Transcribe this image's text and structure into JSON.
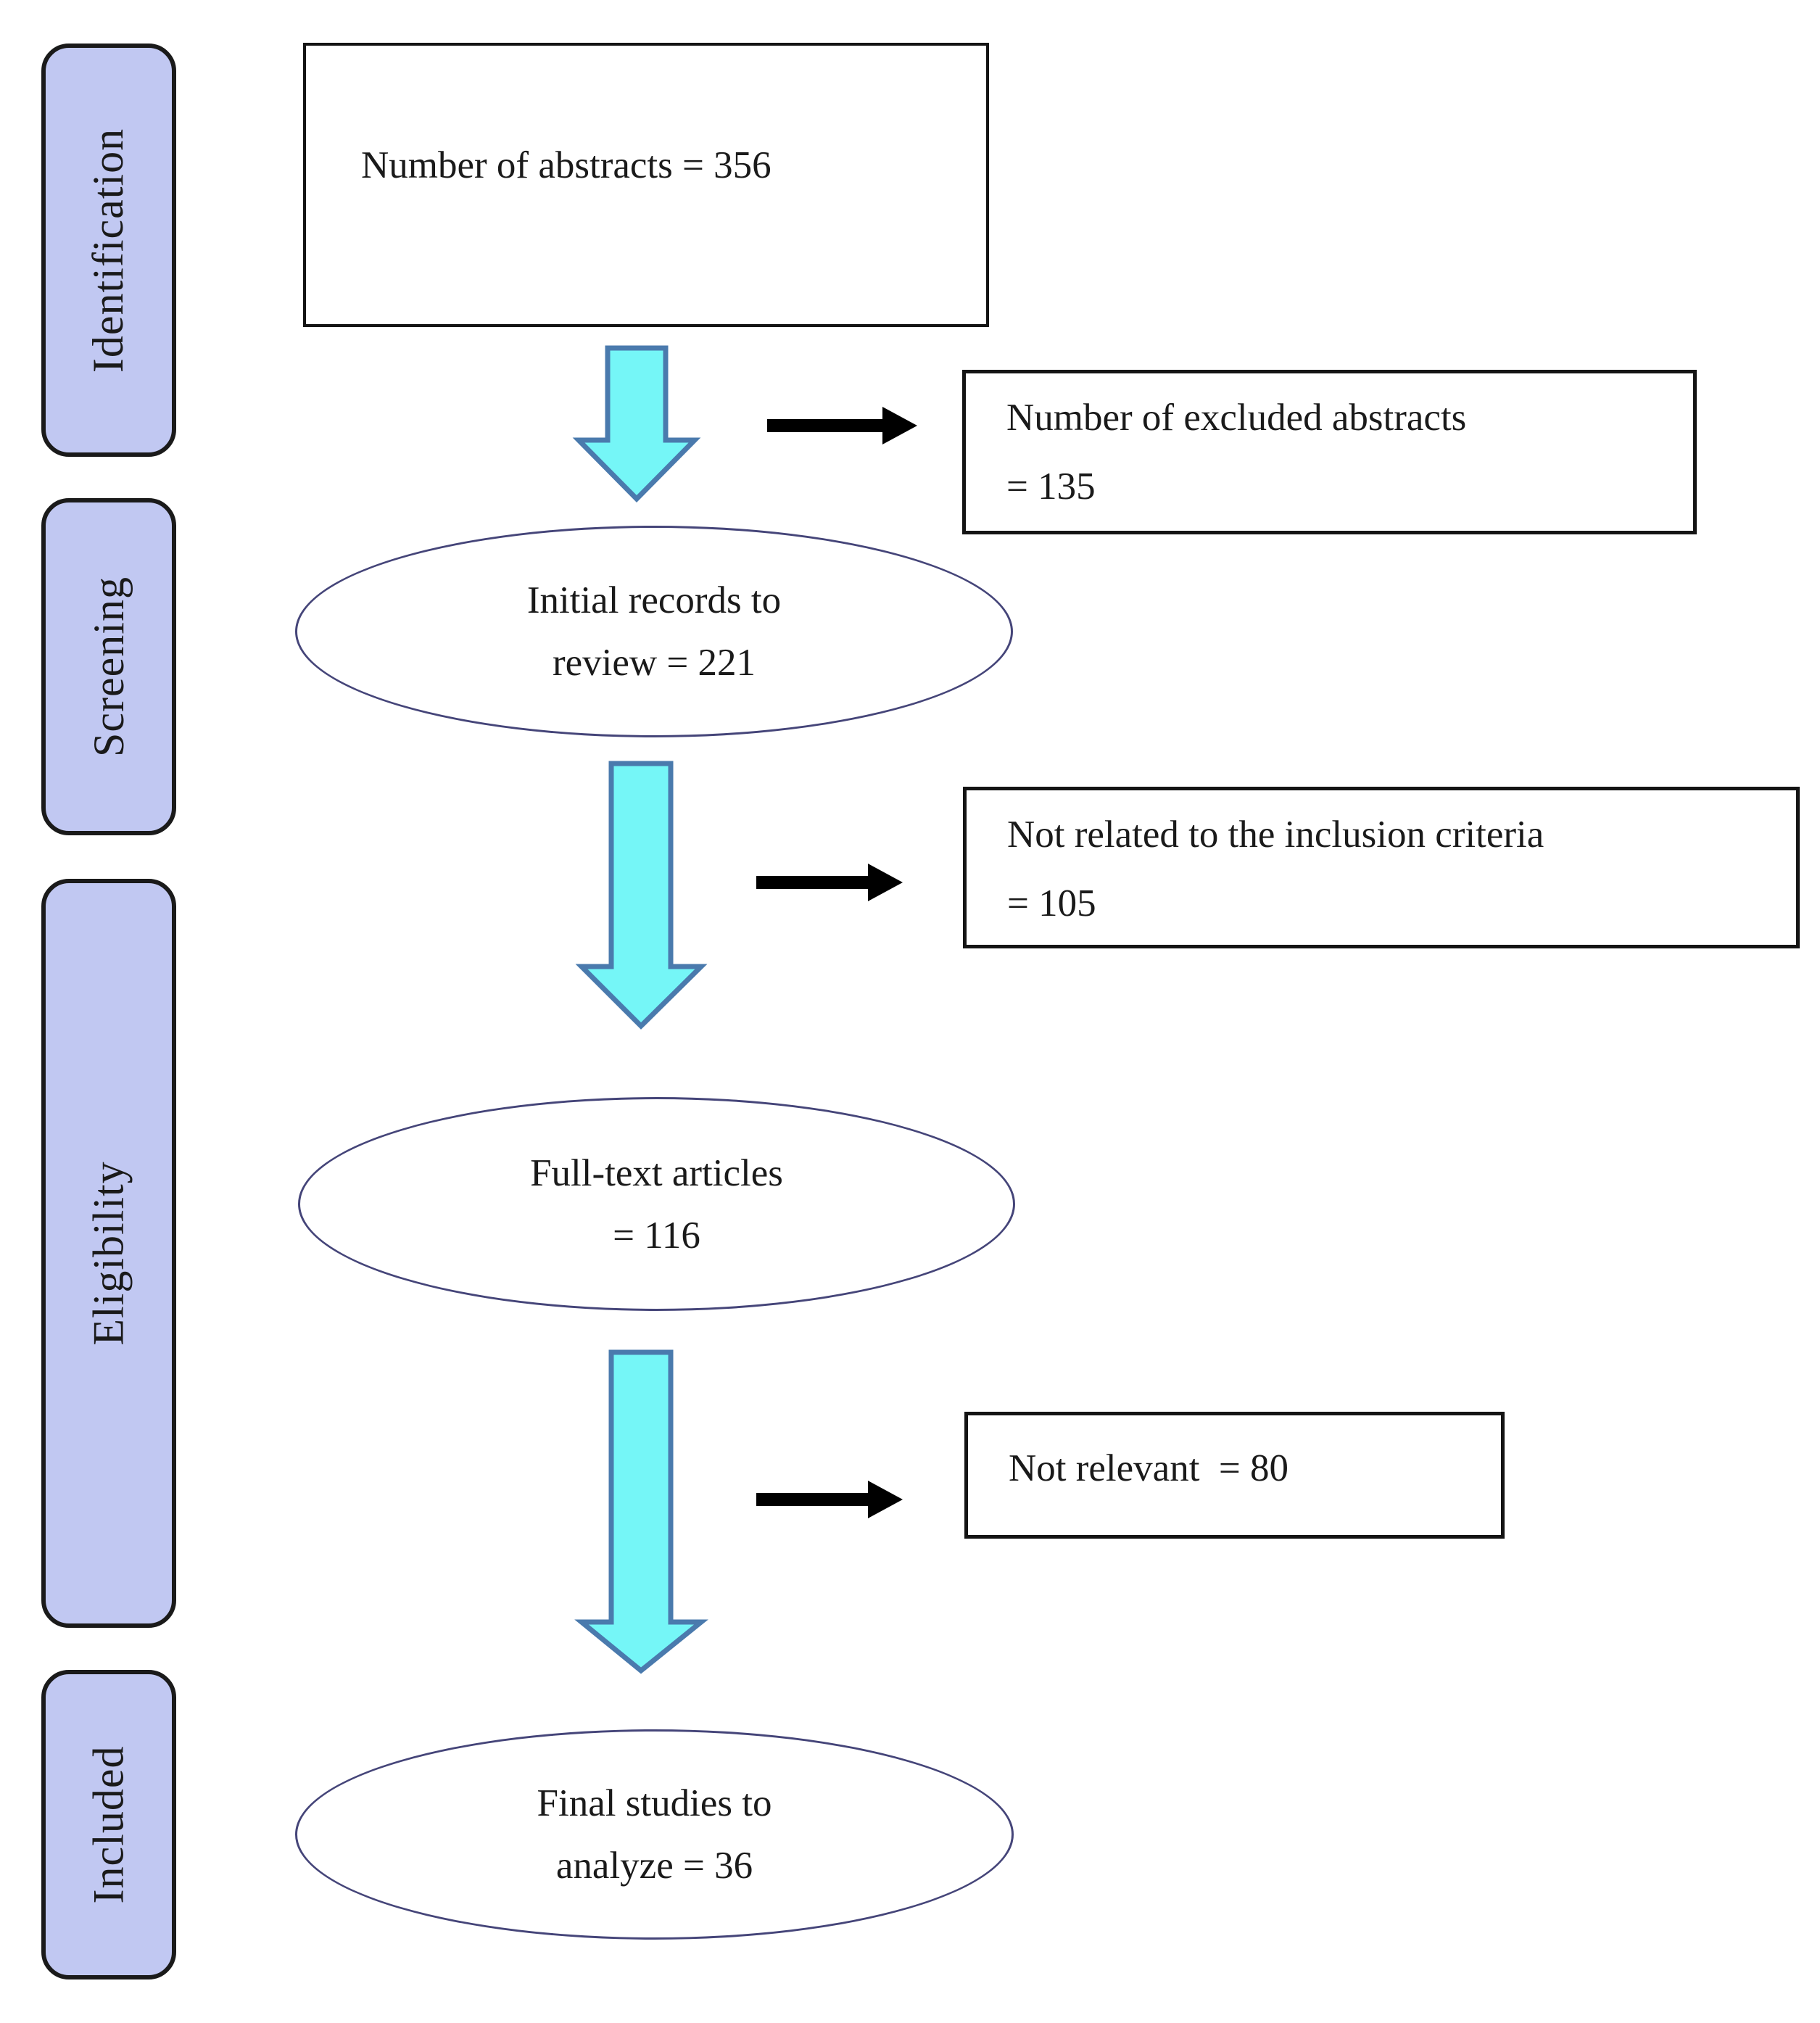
{
  "stages": [
    {
      "label": "Identification"
    },
    {
      "label": "Screening"
    },
    {
      "label": "Eligibility"
    },
    {
      "label": "Included"
    }
  ],
  "nodes": {
    "abstracts": {
      "text": "Number of abstracts = 356"
    },
    "excluded_abstracts": {
      "line1": "Number of excluded abstracts",
      "line2": "= 135"
    },
    "initial_records": {
      "line1": "Initial records to",
      "line2": "review = 221"
    },
    "not_related": {
      "line1": "Not related to the inclusion criteria",
      "line2": "= 105"
    },
    "full_text": {
      "line1": "Full-text articles",
      "line2": "= 116"
    },
    "not_relevant": {
      "text": "Not relevant  = 80"
    },
    "final_studies": {
      "line1": "Final studies to",
      "line2": "analyze = 36"
    }
  },
  "colors": {
    "stage_fill": "#c1c8f2",
    "stage_border": "#1a1a1a",
    "cyan_arrow_fill": "#75f6f7",
    "cyan_arrow_border": "#4a7aad",
    "ellipse_border": "#454579",
    "box_border": "#141414",
    "black_arrow": "#1a1a1a",
    "text": "#1a1a1a",
    "background": "#ffffff"
  }
}
